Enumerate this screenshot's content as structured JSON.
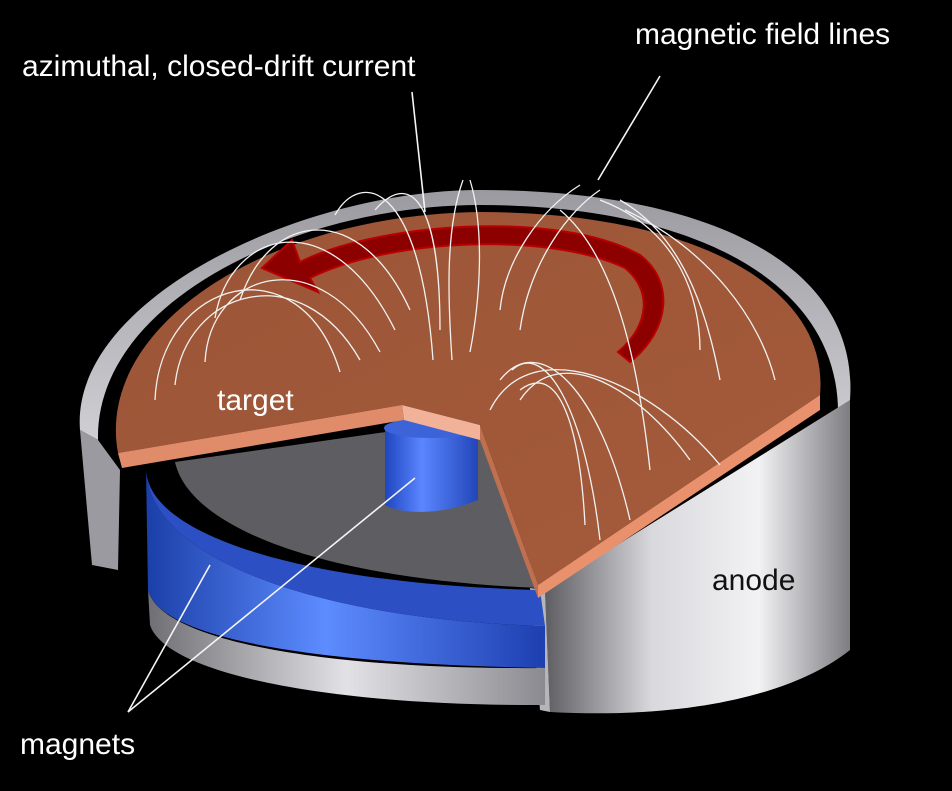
{
  "labels": {
    "current": "azimuthal, closed-drift current",
    "field_lines": "magnetic field lines",
    "target": "target",
    "anode": "anode",
    "magnets": "magnets"
  },
  "parts": [
    {
      "name": "anode",
      "color": "#c8c8cc"
    },
    {
      "name": "target",
      "color": "#a35a3a"
    },
    {
      "name": "magnets",
      "color": "#3a66d6"
    },
    {
      "name": "closed-drift current",
      "color": "#8c0000"
    },
    {
      "name": "magnetic field lines",
      "color": "#f2f2f2"
    }
  ]
}
